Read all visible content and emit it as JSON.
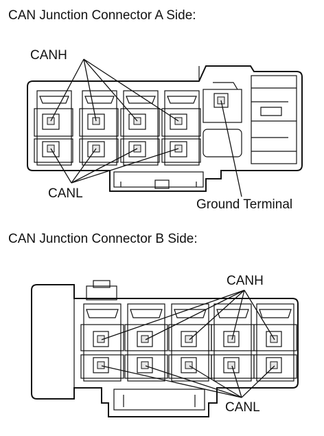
{
  "side_a": {
    "title": "CAN Junction Connector A Side:",
    "canh_label": "CANH",
    "canl_label": "CANL",
    "ground_label": "Ground Terminal"
  },
  "side_b": {
    "title": "CAN Junction Connector B Side:",
    "canh_label": "CANH",
    "canl_label": "CANL"
  }
}
